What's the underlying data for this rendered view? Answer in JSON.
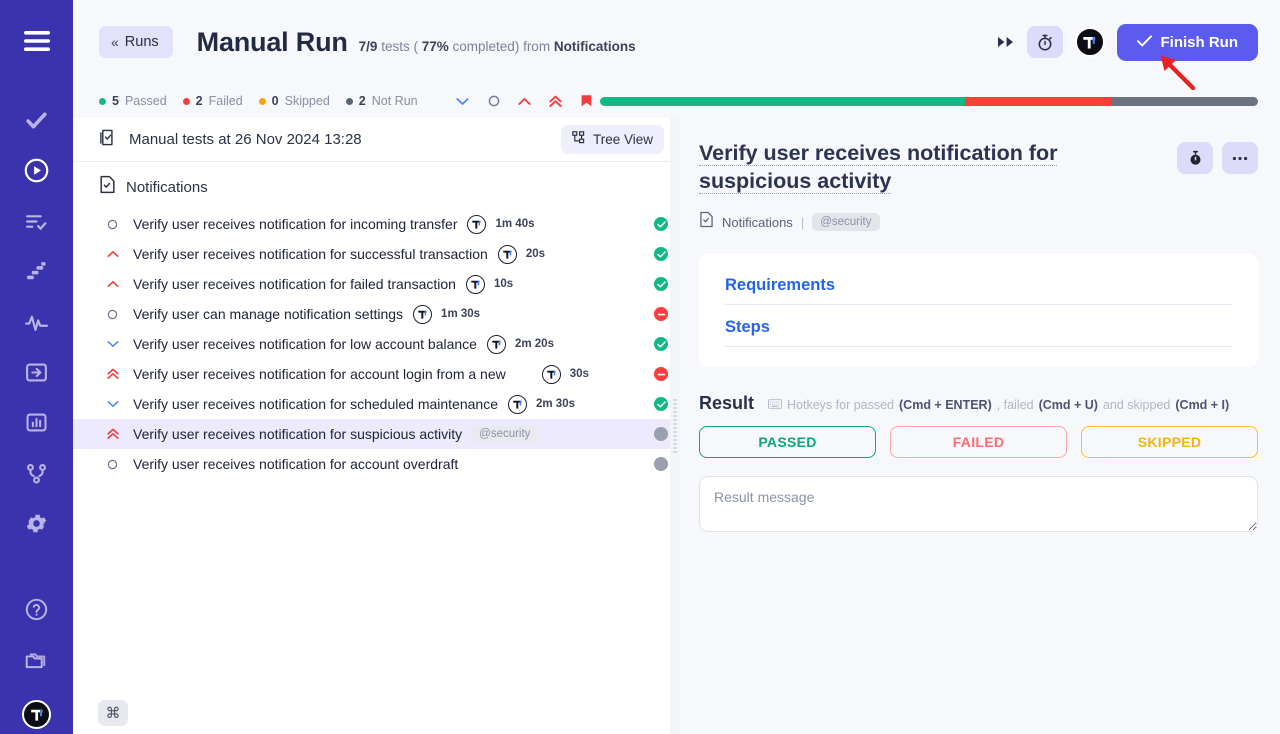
{
  "rail": {
    "items": [
      {
        "name": "menu-icon",
        "label": "Menu"
      },
      {
        "name": "check-icon",
        "label": "Tests"
      },
      {
        "name": "play-circle-icon",
        "label": "Runs"
      },
      {
        "name": "list-check-icon",
        "label": "Plans"
      },
      {
        "name": "steps-icon",
        "label": "Steps"
      },
      {
        "name": "activity-icon",
        "label": "Activity"
      },
      {
        "name": "import-icon",
        "label": "Import"
      },
      {
        "name": "bar-chart-icon",
        "label": "Reports"
      },
      {
        "name": "git-branch-icon",
        "label": "Integrations"
      },
      {
        "name": "gear-icon",
        "label": "Settings"
      },
      {
        "name": "help-circle-icon",
        "label": "Help"
      },
      {
        "name": "folder-icon",
        "label": "Projects"
      },
      {
        "name": "user-avatar",
        "label": "Account"
      }
    ]
  },
  "header": {
    "back_label": "Runs",
    "back_chevron": "«",
    "title": "Manual Run",
    "subtitle_count": "7/9",
    "subtitle_tests": "tests (",
    "subtitle_percent": "77%",
    "subtitle_completed": "completed) from",
    "subtitle_source": "Notifications",
    "fast_forward_icon": "fast-forward-icon",
    "timer_button_label": "timer",
    "more_button_label": "⋯",
    "finish_run_label": "Finish Run",
    "finish_run_color": "#5b5bef"
  },
  "status": {
    "counts": [
      {
        "value": "5",
        "label": "Passed",
        "color": "#12b886"
      },
      {
        "value": "2",
        "label": "Failed",
        "color": "#fa3e3e"
      },
      {
        "value": "0",
        "label": "Skipped",
        "color": "#f2a60c"
      },
      {
        "value": "2",
        "label": "Not Run",
        "color": "#5c6276"
      }
    ],
    "priority_filters": [
      {
        "name": "priority-low-icon",
        "glyph": "low",
        "color": "#4c8bf5"
      },
      {
        "name": "priority-medium-icon",
        "glyph": "medium",
        "color": "#8b90a3"
      },
      {
        "name": "priority-high-icon",
        "glyph": "high",
        "color": "#f03e3e"
      },
      {
        "name": "priority-highest-icon",
        "glyph": "highest",
        "color": "#f03e3e"
      },
      {
        "name": "priority-flag-icon",
        "glyph": "flag",
        "color": "#f03e3e"
      }
    ],
    "progress": [
      {
        "name": "passed",
        "percent": 55.5,
        "color": "#12b886"
      },
      {
        "name": "failed",
        "percent": 22.2,
        "color": "#f44336"
      },
      {
        "name": "notrun",
        "percent": 22.3,
        "color": "#6b7280"
      }
    ]
  },
  "list": {
    "head_title": "Manual tests at 26 Nov 2024 13:28",
    "head_icon": "clipboard-check-icon",
    "tree_view_label": "Tree View",
    "group_name": "Notifications",
    "group_icon": "file-check-icon",
    "rows": [
      {
        "priority": "medium",
        "name": "Verify user receives notification for incoming transfer",
        "avatar": true,
        "duration": "1m 40s",
        "result": "passed",
        "tag": ""
      },
      {
        "priority": "high",
        "name": "Verify user receives notification for successful transaction",
        "avatar": true,
        "duration": "20s",
        "result": "passed",
        "tag": ""
      },
      {
        "priority": "high",
        "name": "Verify user receives notification for failed transaction",
        "avatar": true,
        "duration": "10s",
        "result": "passed",
        "tag": ""
      },
      {
        "priority": "medium",
        "name": "Verify user can manage notification settings",
        "avatar": true,
        "duration": "1m 30s",
        "result": "failed",
        "tag": ""
      },
      {
        "priority": "low",
        "name": "Verify user receives notification for low account balance",
        "avatar": true,
        "duration": "2m 20s",
        "result": "passed",
        "tag": ""
      },
      {
        "priority": "highest",
        "name": "Verify user receives notification for account login from a new",
        "avatar": true,
        "duration": "30s",
        "result": "failed",
        "tag": ""
      },
      {
        "priority": "low",
        "name": "Verify user receives notification for scheduled maintenance",
        "avatar": true,
        "duration": "2m 30s",
        "result": "passed",
        "tag": ""
      },
      {
        "priority": "highest",
        "name": "Verify user receives notification for suspicious activity",
        "avatar": false,
        "duration": "",
        "result": "notrun",
        "tag": "@security",
        "selected": true
      },
      {
        "priority": "medium",
        "name": "Verify user receives notification for account overdraft",
        "avatar": false,
        "duration": "",
        "result": "notrun",
        "tag": ""
      }
    ]
  },
  "detail": {
    "title": "Verify user receives notification for suspicious activity",
    "timer_icon": "stopwatch-icon",
    "more_label": "⋯",
    "breadcrumb_icon": "file-check-icon",
    "breadcrumb_text": "Notifications",
    "breadcrumb_sep": "|",
    "breadcrumb_tag": "@security",
    "sections": [
      {
        "label": "Requirements"
      },
      {
        "label": "Steps"
      }
    ],
    "result_label": "Result",
    "hotkeys_icon": "keyboard-icon",
    "hotkeys_prefix": "Hotkeys for passed",
    "hotkeys_passed": "(Cmd + ENTER)",
    "hotkeys_mid": ", failed",
    "hotkeys_failed": "(Cmd + U)",
    "hotkeys_mid2": "and skipped",
    "hotkeys_skipped": "(Cmd + I)",
    "verdicts": [
      {
        "label": "PASSED",
        "color": "#0ca678"
      },
      {
        "label": "FAILED",
        "color": "#ff6b6b"
      },
      {
        "label": "SKIPPED",
        "color": "#f6b50a"
      }
    ],
    "result_placeholder": "Result message"
  },
  "footer": {
    "cmd_glyph": "⌘"
  }
}
